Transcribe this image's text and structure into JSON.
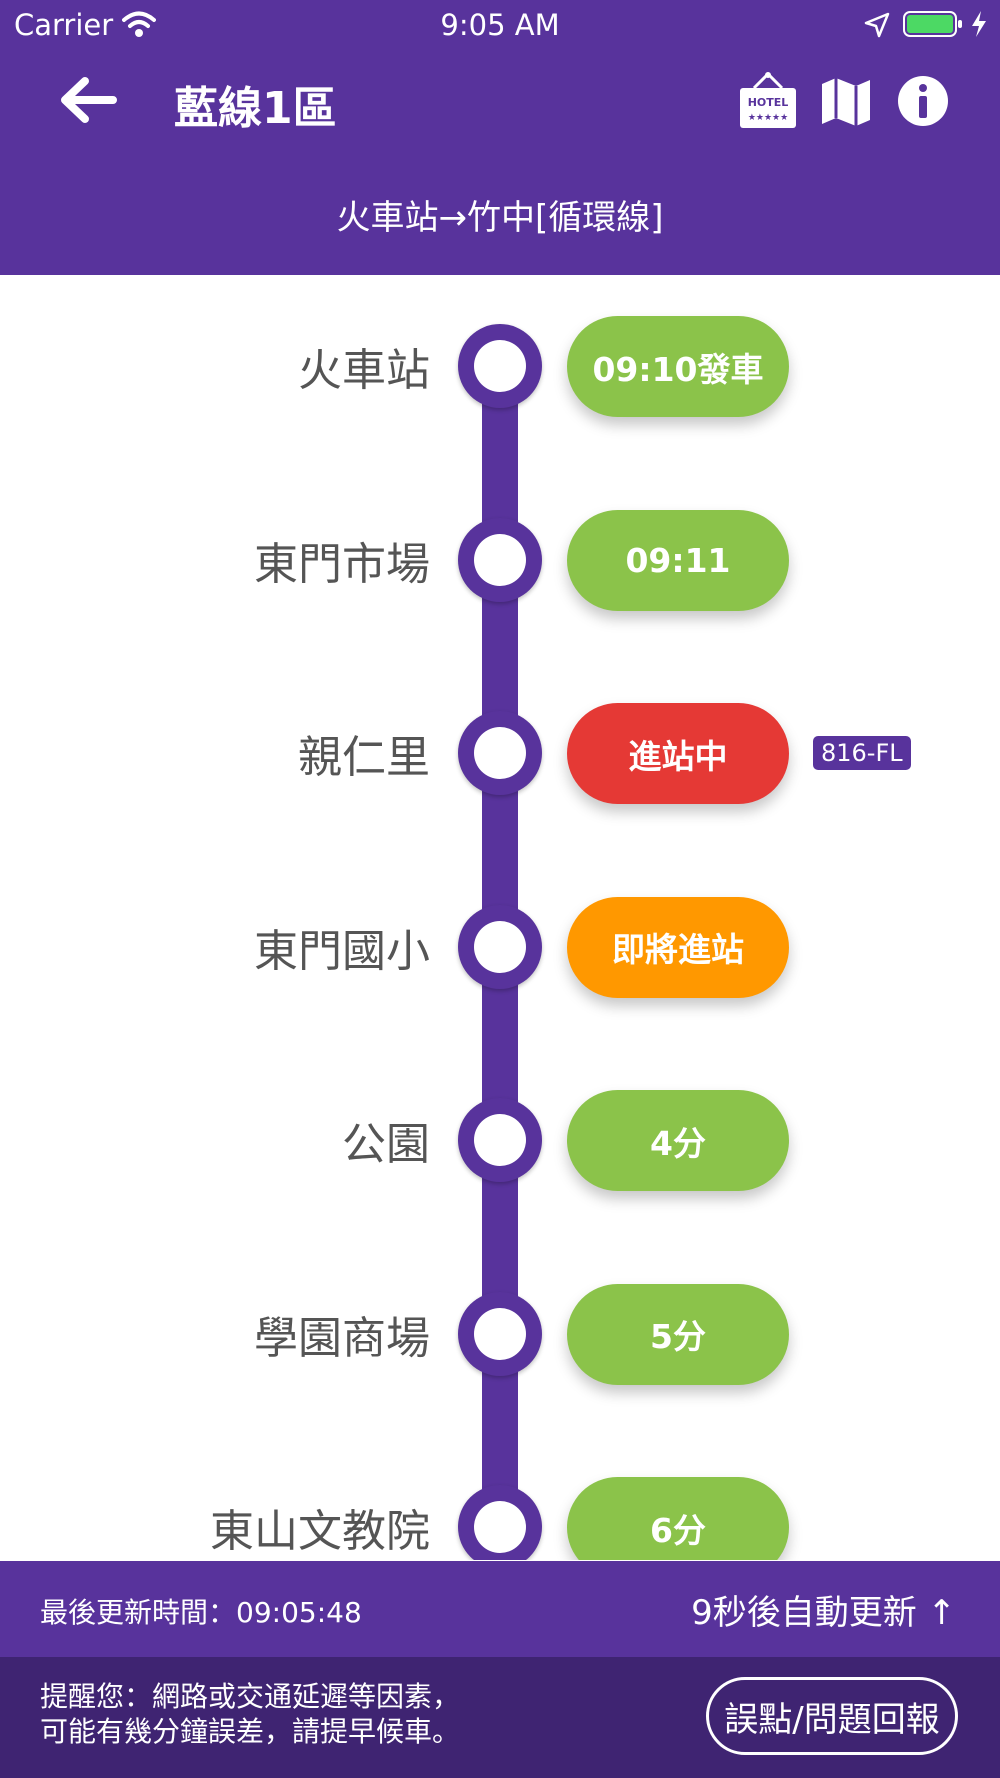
{
  "status_bar": {
    "carrier": "Carrier",
    "time": "9:05 AM",
    "battery_color": "#4cd964"
  },
  "header": {
    "title": "藍線1區",
    "subtitle": "火車站→竹中[循環線]",
    "hotel_icon_text": "HOTEL",
    "background": "#58339c"
  },
  "stations": [
    {
      "name": "火車站",
      "eta": "09:10發車",
      "color": "#8bc34a"
    },
    {
      "name": "東門市場",
      "eta": "09:11",
      "color": "#8bc34a"
    },
    {
      "name": "親仁里",
      "eta": "進站中",
      "color": "#e53935",
      "bus": "816-FL"
    },
    {
      "name": "東門國小",
      "eta": "即將進站",
      "color": "#ff9800"
    },
    {
      "name": "公園",
      "eta": "4分",
      "color": "#8bc34a"
    },
    {
      "name": "學園商場",
      "eta": "5分",
      "color": "#8bc34a"
    },
    {
      "name": "東山文教院",
      "eta": "6分",
      "color": "#8bc34a"
    }
  ],
  "footer": {
    "update_time": "最後更新時間：09:05:48",
    "auto_refresh": "9秒後自動更新 ↑",
    "notice_line1": "提醒您：網路或交通延遲等因素，",
    "notice_line2": "可能有幾分鐘誤差，請提早候車。",
    "report_button": "誤點/問題回報"
  }
}
